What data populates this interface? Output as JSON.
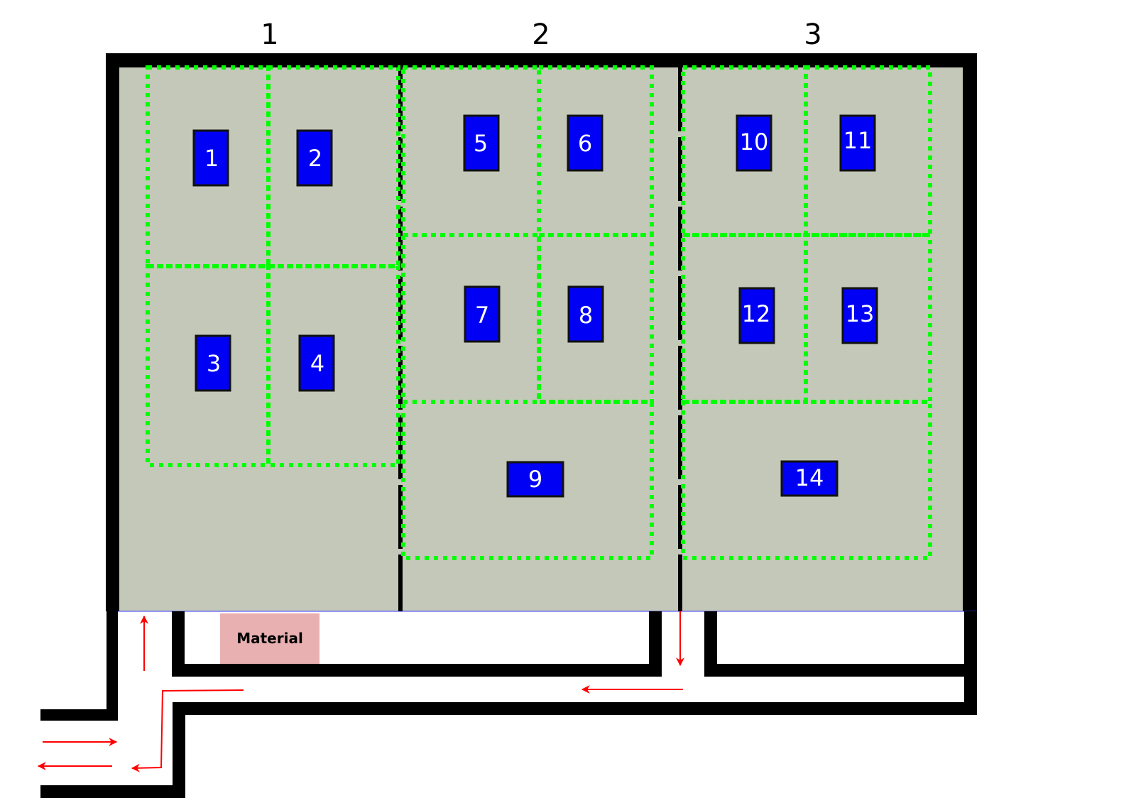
{
  "halls": [
    {
      "label": "1"
    },
    {
      "label": "2"
    },
    {
      "label": "3"
    }
  ],
  "stations": [
    "1",
    "2",
    "3",
    "4",
    "5",
    "6",
    "7",
    "8",
    "9",
    "10",
    "11",
    "12",
    "13",
    "14"
  ],
  "material_area": {
    "label": "Material"
  },
  "colors": {
    "floor": "#c4c8b8",
    "station_fill": "#0000f5",
    "zone_border": "#00ff00",
    "flow_arrow": "#ff0000",
    "material_fill": "#e8b0b0",
    "wall": "#000000"
  }
}
